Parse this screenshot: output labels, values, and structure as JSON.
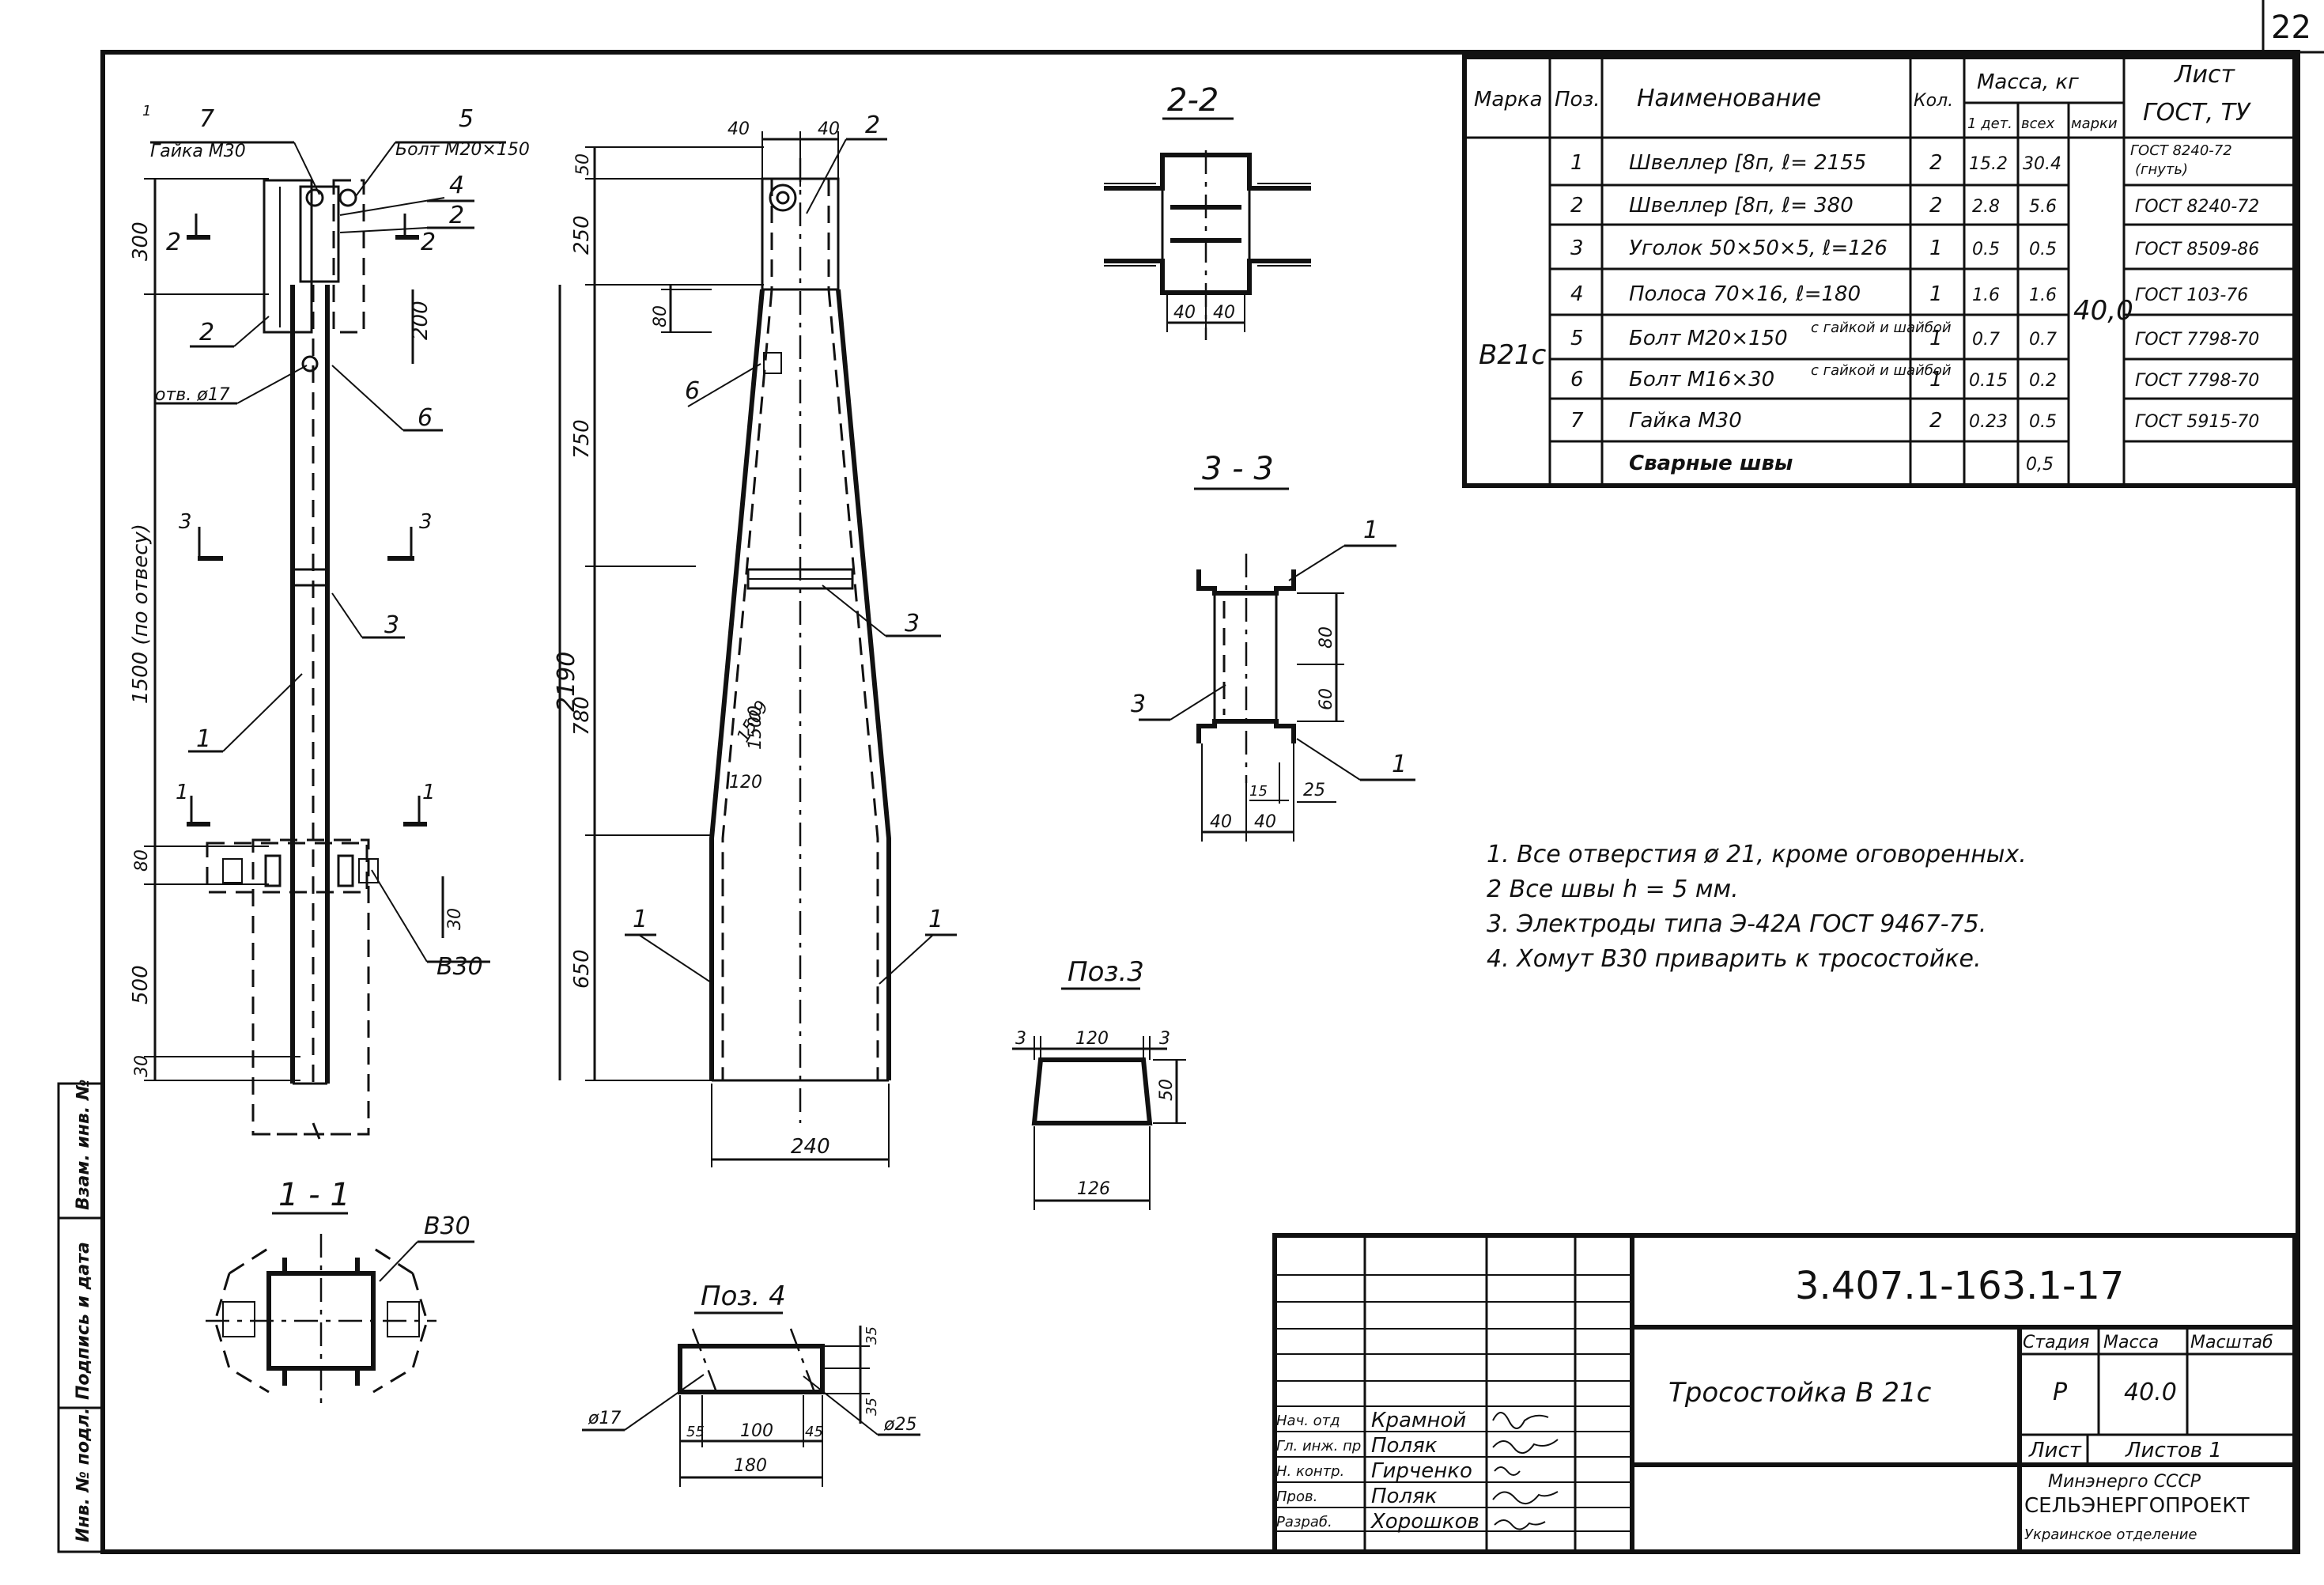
{
  "sheet_number": "22",
  "spec_table": {
    "headers": {
      "mark": "Марка",
      "pos": "Поз.",
      "name": "Наименование",
      "qty": "Кол.",
      "mass": "Масса, кг",
      "mass_unit": "1 дет.",
      "mass_all": "всех",
      "mass_mark": "марки",
      "sheet": "Лист",
      "standard": "ГОСТ, ТУ"
    },
    "mark": "В21с",
    "mark_mass": "40,0",
    "rows": [
      {
        "pos": "1",
        "name": "Швеллер [8п, ℓ= 2155",
        "qty": "2",
        "unit": "15.2",
        "all": "30.4",
        "gost": "ГОСТ 8240-72",
        "gost2": "(гнуть)"
      },
      {
        "pos": "2",
        "name": "Швеллер [8п, ℓ= 380",
        "qty": "2",
        "unit": "2.8",
        "all": "5.6",
        "gost": "ГОСТ 8240-72",
        "gost2": ""
      },
      {
        "pos": "3",
        "name": "Уголок 50×50×5, ℓ=126",
        "qty": "1",
        "unit": "0.5",
        "all": "0.5",
        "gost": "ГОСТ 8509-86",
        "gost2": ""
      },
      {
        "pos": "4",
        "name": "Полоса 70×16, ℓ=180",
        "qty": "1",
        "unit": "1.6",
        "all": "1.6",
        "gost": "ГОСТ 103-76",
        "gost2": ""
      },
      {
        "pos": "5",
        "name": "Болт М20×150",
        "name2": "с гайкой и шайбой",
        "qty": "1",
        "unit": "0.7",
        "all": "0.7",
        "gost": "ГОСТ 7798-70",
        "gost2": ""
      },
      {
        "pos": "6",
        "name": "Болт М16×30",
        "name2": "с гайкой и шайбой",
        "qty": "1",
        "unit": "0.15",
        "all": "0.2",
        "gost": "ГОСТ 7798-70",
        "gost2": ""
      },
      {
        "pos": "7",
        "name": "Гайка М30",
        "qty": "2",
        "unit": "0.23",
        "all": "0.5",
        "gost": "ГОСТ 5915-70",
        "gost2": ""
      },
      {
        "pos": "",
        "name": "Сварные швы",
        "qty": "",
        "unit": "",
        "all": "0,5",
        "gost": "",
        "gost2": ""
      }
    ]
  },
  "notes": [
    "1. Все отверстия ø 21, кроме оговоренных.",
    "2  Все швы  h = 5 мм.",
    "3. Электроды типа Э-42А ГОСТ 9467-75.",
    "4. Хомут В30 приварить к тросостойке."
  ],
  "side_view": {
    "labels": {
      "p7": "7",
      "p5": "5",
      "nut": "Гайка М30",
      "bolt": "Болт М20×150",
      "p4": "4",
      "p2a": "2",
      "p2b": "2",
      "p6": "6",
      "p3": "3",
      "p1": "1",
      "hole": "отв. ø17",
      "b30": "В30",
      "p1mark": "1"
    },
    "dims": {
      "d300": "300",
      "d200": "200",
      "d1500": "1500 (по отвесу)",
      "d80": "80",
      "d500": "500",
      "d30": "30",
      "d30b": "30"
    },
    "sections": {
      "s2": "2",
      "s3": "3",
      "s1": "1"
    }
  },
  "front_view": {
    "labels": {
      "p2": "2",
      "p6": "6",
      "p3": "3",
      "p1a": "1",
      "p1b": "1"
    },
    "dims": {
      "d40a": "40",
      "d40b": "40",
      "d50": "50",
      "d250": "250",
      "d80": "80",
      "d750": "750",
      "d2190": "2190",
      "d780": "780",
      "d650": "650",
      "d240": "240",
      "d1509": "1509",
      "d1500": "1500",
      "d120": "120"
    }
  },
  "section_22": {
    "title": "2-2",
    "d40a": "40",
    "d40b": "40"
  },
  "section_33": {
    "title": "3 - 3",
    "p1a": "1",
    "p1b": "1",
    "p3": "3",
    "d80": "80",
    "d60": "60",
    "d15": "15",
    "d25": "25",
    "d40a": "40",
    "d40b": "40"
  },
  "section_11": {
    "title": "1 - 1",
    "b30": "В30"
  },
  "poz3": {
    "title": "Поз.3",
    "d3a": "3",
    "d120": "120",
    "d3b": "3",
    "d50": "50",
    "d126": "126"
  },
  "poz4": {
    "title": "Поз. 4",
    "d35a": "35",
    "d35b": "35",
    "d55": "55",
    "d100": "100",
    "d45": "45",
    "d180": "180",
    "hole17": "ø17",
    "hole25": "ø25"
  },
  "title_block": {
    "code": "3.407.1-163.1-17",
    "name": "Тросостойка  В 21с",
    "stage_label": "Стадия",
    "mass_label": "Масса",
    "scale_label": "Масштаб",
    "stage": "Р",
    "mass": "40.0",
    "scale": "",
    "sheet_label": "Лист",
    "sheets_label": "Листов 1",
    "org1": "Минэнерго СССР",
    "org2": "СЕЛЬЭНЕРГОПРОЕКТ",
    "org3": "Украинское отделение",
    "roles": [
      {
        "role": "Нач. отд",
        "name": "Крамной"
      },
      {
        "role": "Гл. инж. пр",
        "name": "Поляк"
      },
      {
        "role": "Н. контр.",
        "name": "Гирченко"
      },
      {
        "role": "Пров.",
        "name": "Поляк"
      },
      {
        "role": "Разраб.",
        "name": "Хорошков"
      }
    ]
  },
  "side_stamp": {
    "c1": "Инв. № подл.",
    "c2": "Подпись и дата",
    "c3": "Взам. инв. №"
  }
}
